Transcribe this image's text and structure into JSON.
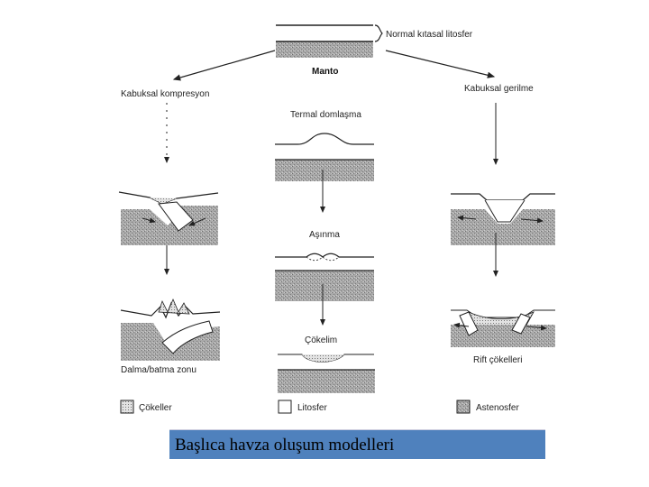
{
  "labels": {
    "normal_lithosphere": "Normal kıtasal litosfer",
    "mantle": "Manto",
    "crustal_compression": "Kabuksal kompresyon",
    "crustal_extension": "Kabuksal gerilme",
    "thermal_doming": "Termal domlaşma",
    "erosion": "Aşınma",
    "subsidence": "Çökelim",
    "subduction_zone": "Dalma/batma zonu",
    "rift_basins": "Rift çökelleri"
  },
  "legend": [
    {
      "label": "Çökeller",
      "swatch": "sediment"
    },
    {
      "label": "Litosfer",
      "swatch": "lithosphere"
    },
    {
      "label": "Astenosfer",
      "swatch": "asthenosphere"
    }
  ],
  "caption": "Başlıca havza oluşum modelleri",
  "colors": {
    "caption_bg": "#4f81bd",
    "asthenosphere": "#9a9a9a",
    "sediment": "#cfcfcf",
    "line": "#222222"
  }
}
